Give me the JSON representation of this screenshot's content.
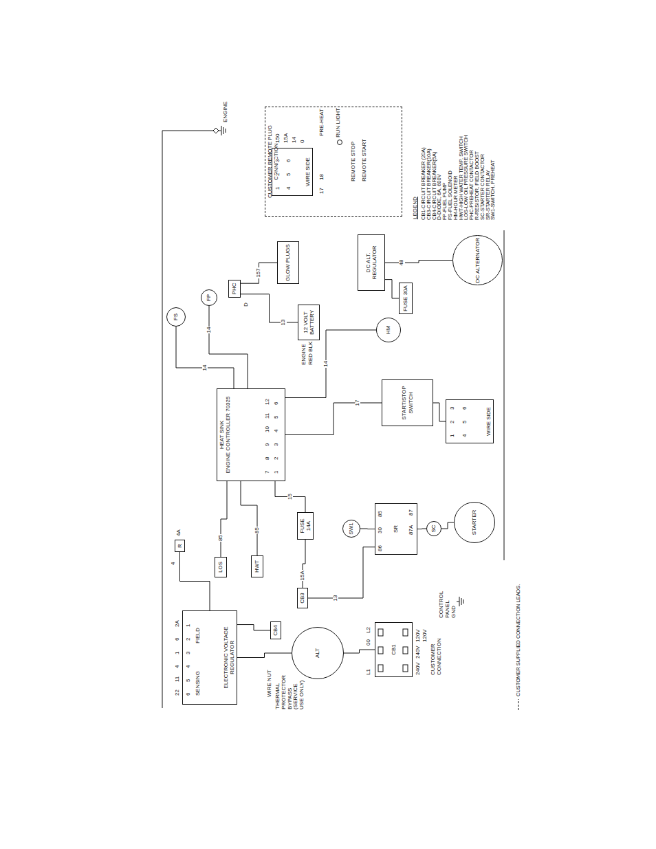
{
  "diagram": {
    "nodes": [
      {
        "text": [
          "ELECTRONIC VOLTAGE REGULATOR"
        ]
      },
      {
        "text": [
          "CB4"
        ]
      },
      {
        "text": [
          "ALT"
        ]
      },
      {
        "text": [
          "CB1"
        ]
      },
      {
        "text": [
          "R"
        ]
      },
      {
        "text": [
          "LOS"
        ]
      },
      {
        "text": [
          "HWT"
        ]
      },
      {
        "text": [
          "CB3"
        ]
      },
      {
        "text": [
          "FUSE",
          "14A"
        ]
      },
      {
        "text": [
          "SW1"
        ]
      },
      {
        "text": [
          "SR"
        ]
      },
      {
        "text": [
          "SC"
        ]
      },
      {
        "text": [
          "STARTER"
        ]
      },
      {
        "text": [
          "ENGINE CONTROLLER 70325",
          "HEAT SINK"
        ]
      },
      {
        "text": [
          "START/STOP SWITCH"
        ]
      },
      {
        "text": [
          "WIRE SIDE"
        ]
      },
      {
        "text": [
          "FS"
        ]
      },
      {
        "text": [
          "FP"
        ]
      },
      {
        "text": [
          "PHC"
        ]
      },
      {
        "text": [
          "12 VOLT BATTERY"
        ]
      },
      {
        "text": [
          "HM"
        ]
      },
      {
        "text": [
          "GLOW PLUGS"
        ]
      },
      {
        "text": [
          "FUSE 30A"
        ]
      },
      {
        "text": [
          "DC ALT. REGULATOR"
        ]
      },
      {
        "text": [
          "DC ALTERNATOR"
        ]
      },
      {
        "text": [
          "CUSTOMER REMOTE PLUG CONNECTION"
        ]
      },
      {
        "text": [
          "WIRE SIDE"
        ],
        "in": 25
      }
    ],
    "edges": [
      {
        "from": 0,
        "to": 2,
        "arrow": "none"
      },
      {
        "from": 2,
        "to": 3,
        "arrow": "none"
      },
      {
        "from": 4,
        "to": 0,
        "arrow": "none"
      },
      {
        "from": 5,
        "to": 13,
        "arrow": "none",
        "label": "85"
      },
      {
        "from": 6,
        "to": 13,
        "arrow": "none",
        "label": "85"
      },
      {
        "from": 7,
        "to": 8,
        "arrow": "none",
        "label": "15A"
      },
      {
        "from": 8,
        "to": 13,
        "arrow": "none",
        "label": "15"
      },
      {
        "from": 9,
        "to": 10,
        "arrow": "none"
      },
      {
        "from": 10,
        "to": 11,
        "arrow": "none"
      },
      {
        "from": 11,
        "to": 12,
        "arrow": "none"
      },
      {
        "from": 14,
        "to": 13,
        "arrow": "none",
        "label": "17"
      },
      {
        "from": 15,
        "to": 14,
        "arrow": "none"
      },
      {
        "from": 20,
        "to": 13,
        "arrow": "none",
        "label": "14"
      },
      {
        "from": 19,
        "to": 18,
        "arrow": "none",
        "label": "13"
      },
      {
        "from": 18,
        "to": 21,
        "arrow": "none",
        "label": "157"
      },
      {
        "from": 23,
        "to": 24,
        "arrow": "none",
        "label": "48"
      },
      {
        "from": 22,
        "to": 23,
        "arrow": "none"
      },
      {
        "from": 16,
        "to": 13,
        "arrow": "none",
        "label": "14"
      },
      {
        "from": 17,
        "to": 13,
        "arrow": "none",
        "label": "14"
      },
      {
        "from": 7,
        "to": 10,
        "arrow": "none",
        "label": "13"
      },
      {
        "from": 1,
        "to": 0,
        "arrow": "none"
      }
    ],
    "labels": [
      "LEGEND",
      "ENGINE",
      "ENGINE",
      "RED BLK",
      "THERMAL PROTECTOR BYPASS (SERVICE USE ONLY)",
      "WIRE NUT",
      "240V",
      "240V",
      "120V",
      "120V",
      "CUSTOMER CONNECTION",
      "CONTROL PANEL GND",
      "PRE-HEAT",
      "RUN LIGHT",
      "REMOTE STOP",
      "REMOTE START",
      "1",
      "2",
      "3",
      "4",
      "5",
      "6",
      "150",
      "15A",
      "14",
      "0",
      "17",
      "18",
      "1",
      "2",
      "3",
      "4",
      "5",
      "6",
      "1",
      "2",
      "3",
      "4",
      "5",
      "6",
      "7",
      "8",
      "9",
      "10",
      "11",
      "12",
      "6",
      "5",
      "4",
      "3",
      "2",
      "1",
      "SENSING",
      "FIELD",
      "22",
      "11",
      "4",
      "1",
      "6",
      "2A",
      "86",
      "30",
      "85",
      "87A",
      "87",
      "D",
      "4",
      "4A",
      "L1",
      "00",
      "L2"
    ],
    "legend": [
      {
        "text": "CB1-CIRCUIT BREAKER (20A)"
      },
      {
        "text": "CB3-CIRCUIT BREAKER(10A)"
      },
      {
        "text": "CB4-CIRCUIT BREAKER(5A)"
      },
      {
        "text": "D-DIODE, 6A, 600V"
      },
      {
        "text": "FP-FUEL PUMP"
      },
      {
        "text": "FS-FUEL SOLENOID"
      },
      {
        "text": "HM-HOUR METER"
      },
      {
        "text": "HWT-HIGH WATER TEMP. SWITCH"
      },
      {
        "text": "LOS-LOW OIL PRESSURE SWITCH"
      },
      {
        "text": "PHC-PREHEAT CONTACTOR"
      },
      {
        "text": "R-RESISTOR, FIELD BOOST"
      },
      {
        "text": "SC-STARTER CONTACTOR"
      },
      {
        "text": "SR-STARTER RELAY"
      },
      {
        "text": "SW1-SWITCH, PREHEAT"
      },
      {
        "text": "CUSTOMER SUPPLIED CONNECTION LEADS."
      }
    ]
  }
}
